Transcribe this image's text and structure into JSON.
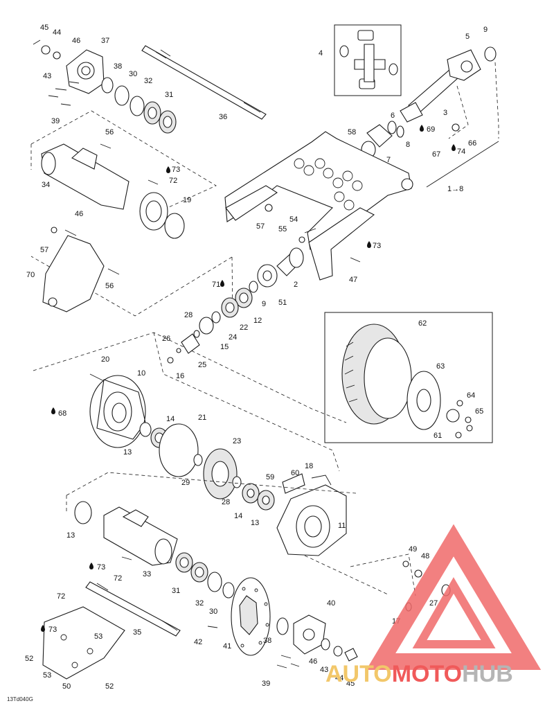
{
  "figure_code": "13Td040G",
  "watermark": {
    "left": "AUTO",
    "mid": "MOTO",
    "right": "HUB"
  },
  "callouts": [
    {
      "id": "c45a",
      "text": "45"
    },
    {
      "id": "c44a",
      "text": "44"
    },
    {
      "id": "c46a",
      "text": "46"
    },
    {
      "id": "c37",
      "text": "37"
    },
    {
      "id": "c43a",
      "text": "43"
    },
    {
      "id": "c38a",
      "text": "38"
    },
    {
      "id": "c30a",
      "text": "30"
    },
    {
      "id": "c32a",
      "text": "32"
    },
    {
      "id": "c31a",
      "text": "31"
    },
    {
      "id": "c39a",
      "text": "39"
    },
    {
      "id": "c36",
      "text": "36"
    },
    {
      "id": "c4",
      "text": "4"
    },
    {
      "id": "c5",
      "text": "5"
    },
    {
      "id": "c9a",
      "text": "9"
    },
    {
      "id": "c3",
      "text": "3"
    },
    {
      "id": "c6",
      "text": "6"
    },
    {
      "id": "c58",
      "text": "58"
    },
    {
      "id": "c69",
      "text": "69"
    },
    {
      "id": "c8",
      "text": "8"
    },
    {
      "id": "c7",
      "text": "7"
    },
    {
      "id": "c67",
      "text": "67"
    },
    {
      "id": "c74",
      "text": "74"
    },
    {
      "id": "c66",
      "text": "66"
    },
    {
      "id": "c1to8",
      "text": "1→8"
    },
    {
      "id": "c56a",
      "text": "56"
    },
    {
      "id": "c73a",
      "text": "73"
    },
    {
      "id": "c72a",
      "text": "72"
    },
    {
      "id": "c34",
      "text": "34"
    },
    {
      "id": "c19",
      "text": "19"
    },
    {
      "id": "c57a",
      "text": "57"
    },
    {
      "id": "c54",
      "text": "54"
    },
    {
      "id": "c55",
      "text": "55"
    },
    {
      "id": "c46b",
      "text": "46"
    },
    {
      "id": "c57b",
      "text": "57"
    },
    {
      "id": "c70",
      "text": "70"
    },
    {
      "id": "c56b",
      "text": "56"
    },
    {
      "id": "c73b",
      "text": "73"
    },
    {
      "id": "c47",
      "text": "47"
    },
    {
      "id": "c71",
      "text": "71"
    },
    {
      "id": "c2",
      "text": "2"
    },
    {
      "id": "c51",
      "text": "51"
    },
    {
      "id": "c9b",
      "text": "9"
    },
    {
      "id": "c12",
      "text": "12"
    },
    {
      "id": "c22",
      "text": "22"
    },
    {
      "id": "c28a",
      "text": "28"
    },
    {
      "id": "c24",
      "text": "24"
    },
    {
      "id": "c15",
      "text": "15"
    },
    {
      "id": "c26",
      "text": "26"
    },
    {
      "id": "c25",
      "text": "25"
    },
    {
      "id": "c16",
      "text": "16"
    },
    {
      "id": "c62",
      "text": "62"
    },
    {
      "id": "c63",
      "text": "63"
    },
    {
      "id": "c64",
      "text": "64"
    },
    {
      "id": "c65",
      "text": "65"
    },
    {
      "id": "c61",
      "text": "61"
    },
    {
      "id": "c20",
      "text": "20"
    },
    {
      "id": "c10",
      "text": "10"
    },
    {
      "id": "c68",
      "text": "68"
    },
    {
      "id": "c14a",
      "text": "14"
    },
    {
      "id": "c21",
      "text": "21"
    },
    {
      "id": "c13a",
      "text": "13"
    },
    {
      "id": "c23",
      "text": "23"
    },
    {
      "id": "c29",
      "text": "29"
    },
    {
      "id": "c60",
      "text": "60"
    },
    {
      "id": "c18",
      "text": "18"
    },
    {
      "id": "c59",
      "text": "59"
    },
    {
      "id": "c28b",
      "text": "28"
    },
    {
      "id": "c14b",
      "text": "14"
    },
    {
      "id": "c13b",
      "text": "13"
    },
    {
      "id": "c11",
      "text": "11"
    },
    {
      "id": "c13c",
      "text": "13"
    },
    {
      "id": "c49",
      "text": "49"
    },
    {
      "id": "c48",
      "text": "48"
    },
    {
      "id": "c73c",
      "text": "73"
    },
    {
      "id": "c72b",
      "text": "72"
    },
    {
      "id": "c33",
      "text": "33"
    },
    {
      "id": "c31b",
      "text": "31"
    },
    {
      "id": "c32b",
      "text": "32"
    },
    {
      "id": "c30b",
      "text": "30"
    },
    {
      "id": "c27",
      "text": "27"
    },
    {
      "id": "c72c",
      "text": "72"
    },
    {
      "id": "c40",
      "text": "40"
    },
    {
      "id": "c17",
      "text": "17"
    },
    {
      "id": "c73d",
      "text": "73"
    },
    {
      "id": "c53a",
      "text": "53"
    },
    {
      "id": "c35",
      "text": "35"
    },
    {
      "id": "c42",
      "text": "42"
    },
    {
      "id": "c41",
      "text": "41"
    },
    {
      "id": "c38b",
      "text": "38"
    },
    {
      "id": "c52a",
      "text": "52"
    },
    {
      "id": "c46c",
      "text": "46"
    },
    {
      "id": "c43b",
      "text": "43"
    },
    {
      "id": "c44b",
      "text": "44"
    },
    {
      "id": "c53b",
      "text": "53"
    },
    {
      "id": "c50",
      "text": "50"
    },
    {
      "id": "c52b",
      "text": "52"
    },
    {
      "id": "c39b",
      "text": "39"
    },
    {
      "id": "c45b",
      "text": "45"
    }
  ]
}
